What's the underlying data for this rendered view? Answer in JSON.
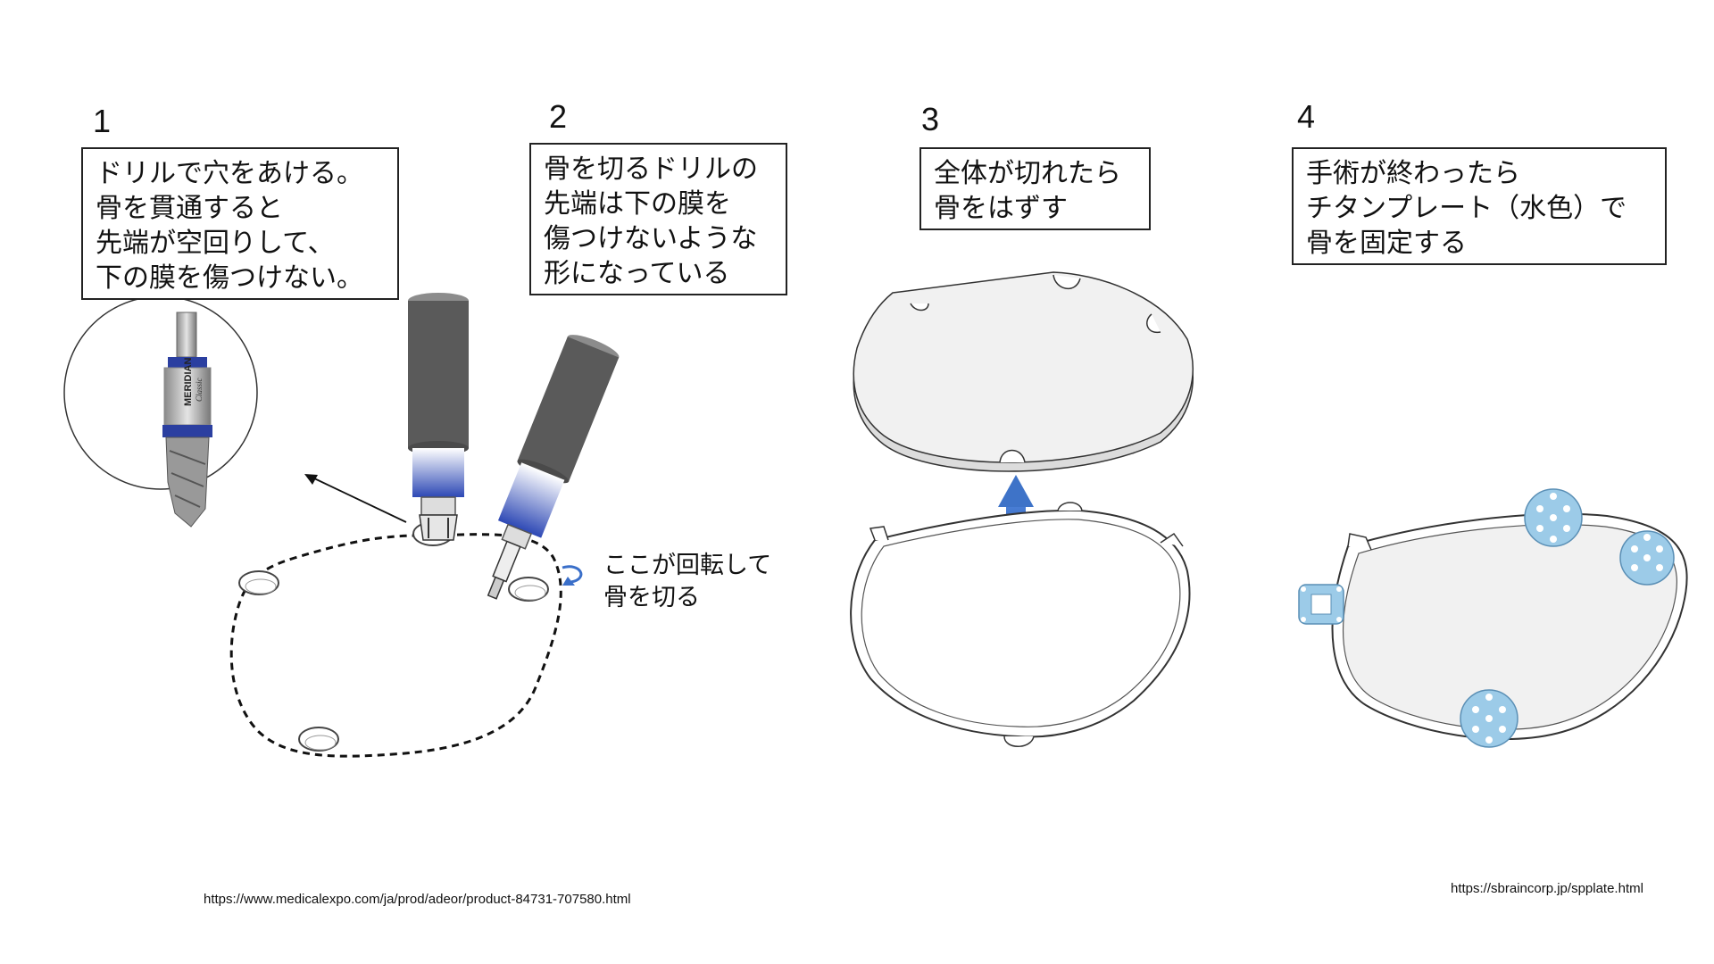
{
  "steps": [
    {
      "num": "1",
      "lines": [
        "ドリルで穴をあける。",
        "骨を貫通すると",
        "先端が空回りして、",
        "下の膜を傷つけない。"
      ]
    },
    {
      "num": "2",
      "lines": [
        "骨を切るドリルの",
        "先端は下の膜を",
        "傷つけないような",
        "形になっている"
      ]
    },
    {
      "num": "3",
      "lines": [
        "全体が切れたら",
        "骨をはずす"
      ]
    },
    {
      "num": "4",
      "lines": [
        "手術が終わったら",
        "チタンプレート（水色）で",
        "骨を固定する"
      ]
    }
  ],
  "rotation_caption": [
    "ここが回転して",
    "骨を切る"
  ],
  "drill_brand": "MERIDIAN",
  "drill_model": "Classic",
  "sources": [
    "https://www.medicalexpo.com/ja/prod/adeor/product-84731-707580.html",
    "https://sbraincorp.jp/spplate.html"
  ],
  "colors": {
    "plate": "#9ccbe8",
    "arrow": "#3e73c8",
    "drill_body": "#555555",
    "bone": "#f1f1f1"
  }
}
